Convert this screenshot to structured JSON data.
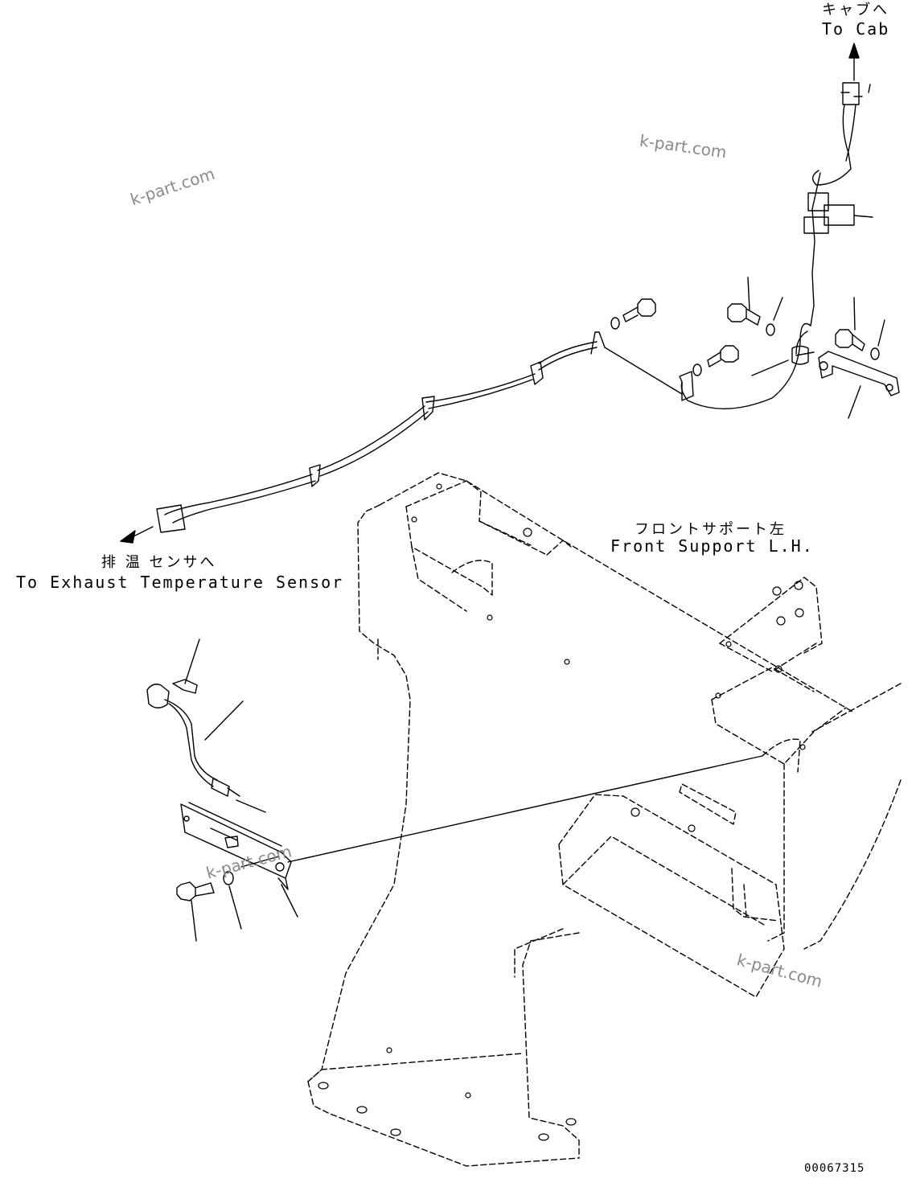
{
  "labels": {
    "cab_jp": "キャブへ",
    "cab_en": "To Cab",
    "support_jp": "フロントサポート左",
    "support_en": "Front Support L.H.",
    "sensor_jp": "排 温 センサへ",
    "sensor_en": "To Exhaust Temperature Sensor"
  },
  "watermarks": [
    "k-part.com",
    "k-part.com",
    "k-part.com",
    "k-part.com"
  ],
  "drawing_code": "00067315"
}
